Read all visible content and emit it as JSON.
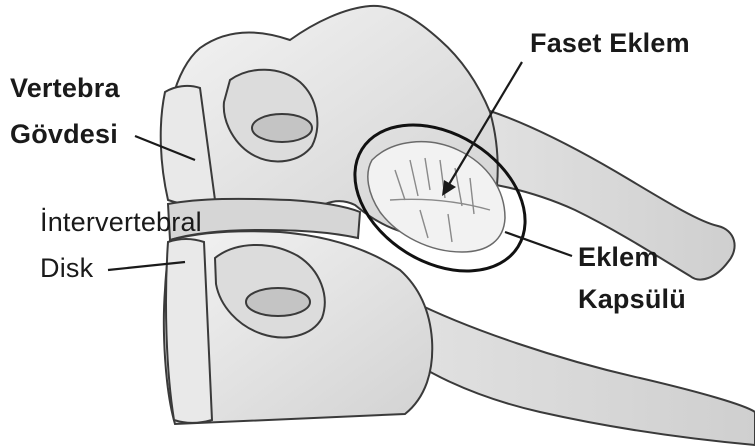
{
  "labels": {
    "vertebral_body": [
      "Vertebra",
      "Gövdesi"
    ],
    "intervertebral_disc": [
      "İntervertebral",
      "Disk"
    ],
    "facet_joint": "Faset Eklem",
    "joint_capsule": [
      "Eklem",
      "Kapsülü"
    ]
  },
  "colors": {
    "bone_fill": "#e6e6e6",
    "bone_light": "#f4f4f4",
    "bone_shadow": "#bdbdbd",
    "outline": "#3a3a3a",
    "text": "#1a1a1a",
    "capsule_ring": "#111111"
  }
}
